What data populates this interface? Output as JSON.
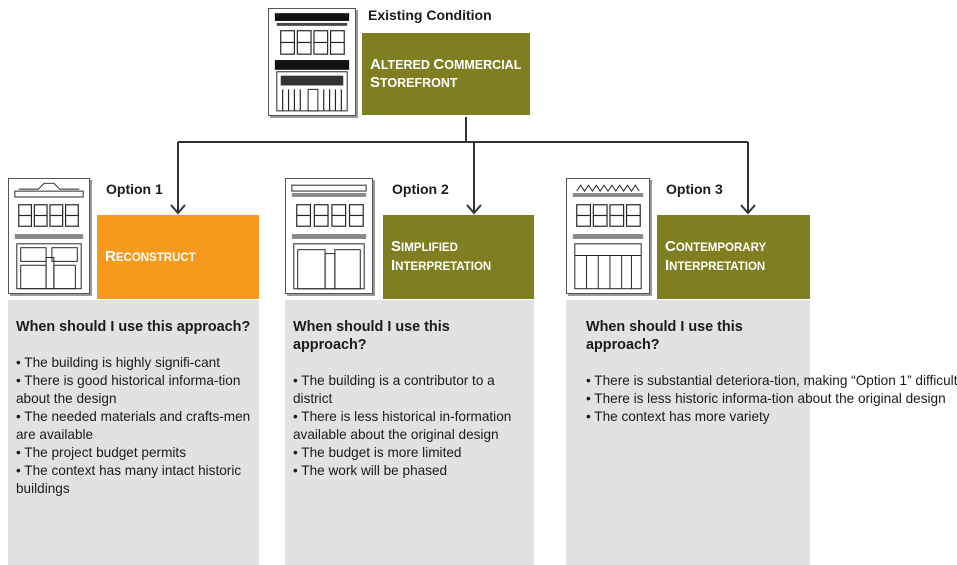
{
  "existing": {
    "heading": "Existing Condition",
    "title_line1": "Altered Commercial",
    "title_line2": "Storefront"
  },
  "options": [
    {
      "heading": "Option 1",
      "title_line1": "Reconstruct",
      "title_line2": "",
      "question": "When should I use this approach?",
      "bullets": [
        "• The building is highly signifi-cant",
        "• There is good historical informa-tion about the design",
        "• The needed materials and crafts-men are available",
        "• The project budget permits",
        "• The context has many intact historic buildings"
      ]
    },
    {
      "heading": "Option 2",
      "title_line1": "Simplified",
      "title_line2": "Interpretation",
      "question": "When should I use this approach?",
      "bullets": [
        "• The building is a contributor to a district",
        "• There is less historical in-formation available about the original design",
        "• The budget is more limited",
        "• The work will be phased"
      ]
    },
    {
      "heading": "Option 3",
      "title_line1": "Contemporary",
      "title_line2": "Interpretation",
      "question": "When should I use this approach?",
      "bullets": [
        "• There is substantial deteriora-tion, making “Option 1” difficult",
        "• There is less historic informa-tion about the original design",
        "• The context has more variety"
      ]
    }
  ],
  "colors": {
    "olive": "#7f7e20",
    "orange": "#f59a1d",
    "panel": "#e2e2e2",
    "connector": "#333333"
  },
  "icons": [
    "storefront-building-icon",
    "reconstructed-building-icon",
    "simplified-building-icon",
    "contemporary-building-icon"
  ]
}
